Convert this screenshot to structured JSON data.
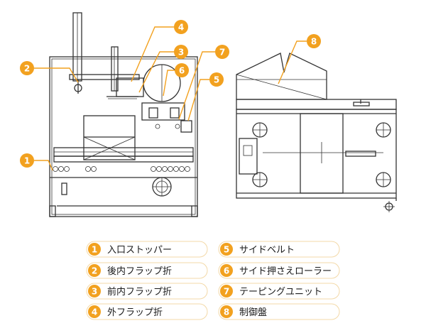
{
  "accent_color": "#f2a11f",
  "callouts": [
    {
      "num": "1",
      "icon": "badge-1"
    },
    {
      "num": "2",
      "icon": "badge-2"
    },
    {
      "num": "3",
      "icon": "badge-3"
    },
    {
      "num": "4",
      "icon": "badge-4"
    },
    {
      "num": "5",
      "icon": "badge-5"
    },
    {
      "num": "6",
      "icon": "badge-6"
    },
    {
      "num": "7",
      "icon": "badge-7"
    },
    {
      "num": "8",
      "icon": "badge-8"
    }
  ],
  "legend": [
    {
      "num": "1",
      "label": "入口ストッパー"
    },
    {
      "num": "2",
      "label": "後内フラップ折"
    },
    {
      "num": "3",
      "label": "前内フラップ折"
    },
    {
      "num": "4",
      "label": "外フラップ折"
    },
    {
      "num": "5",
      "label": "サイドベルト"
    },
    {
      "num": "6",
      "label": "サイド押さえローラー"
    },
    {
      "num": "7",
      "label": "テーピングユニット"
    },
    {
      "num": "8",
      "label": "制御盤"
    }
  ]
}
